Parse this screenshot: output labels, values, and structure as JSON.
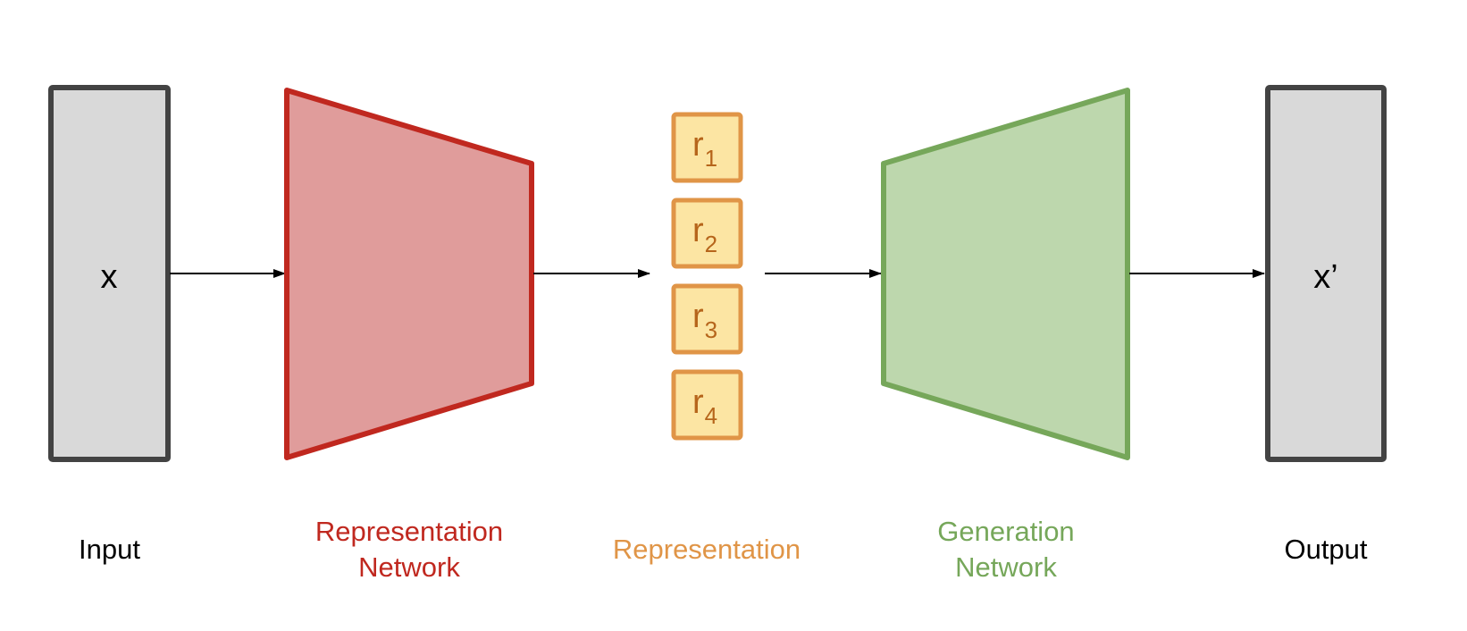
{
  "colors": {
    "background": "#ffffff",
    "io_fill": "#d9d9d9",
    "io_stroke": "#434343",
    "rep_net_fill": "#e09c9b",
    "rep_net_stroke": "#c0281f",
    "rep_fill": "#fce5a3",
    "rep_stroke": "#e09547",
    "gen_net_fill": "#bdd7ad",
    "gen_net_stroke": "#76a75a",
    "arrow": "#000000",
    "text_dark": "#000000"
  },
  "input": {
    "symbol": "x",
    "label": "Input"
  },
  "representation_network": {
    "label_line1": "Representation",
    "label_line2": "Network"
  },
  "representation": {
    "label": "Representation",
    "units": [
      {
        "base": "r",
        "sub": "1"
      },
      {
        "base": "r",
        "sub": "2"
      },
      {
        "base": "r",
        "sub": "3"
      },
      {
        "base": "r",
        "sub": "4"
      }
    ]
  },
  "generation_network": {
    "label_line1": "Generation",
    "label_line2": "Network"
  },
  "output": {
    "symbol": "x’",
    "label": "Output"
  }
}
